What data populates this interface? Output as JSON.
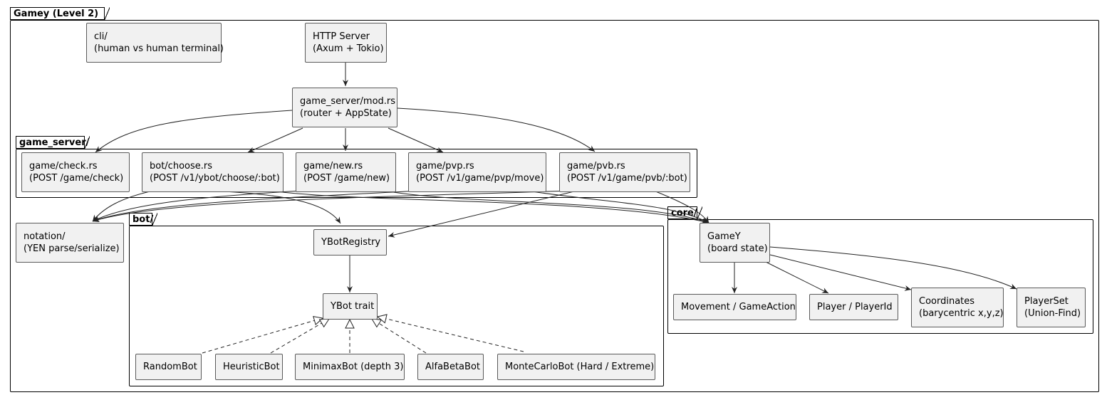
{
  "packages": {
    "gamey": "Gamey (Level 2)",
    "game_server": "game_server/",
    "bot": "bot/",
    "core": "core/"
  },
  "nodes": {
    "cli": [
      "cli/",
      "(human vs human terminal)"
    ],
    "http": [
      "HTTP Server",
      "(Axum + Tokio)"
    ],
    "mod": [
      "game_server/mod.rs",
      "(router + AppState)"
    ],
    "check": [
      "game/check.rs",
      "(POST /game/check)"
    ],
    "choose": [
      "bot/choose.rs",
      "(POST /v1/ybot/choose/:bot)"
    ],
    "newrs": [
      "game/new.rs",
      "(POST /game/new)"
    ],
    "pvp": [
      "game/pvp.rs",
      "(POST /v1/game/pvp/move)"
    ],
    "pvb": [
      "game/pvb.rs",
      "(POST /v1/game/pvb/:bot)"
    ],
    "notation": [
      "notation/",
      "(YEN parse/serialize)"
    ],
    "registry": [
      "YBotRegistry"
    ],
    "trait": [
      "YBot trait"
    ],
    "random": [
      "RandomBot"
    ],
    "heuristic": [
      "HeuristicBot"
    ],
    "minimax": [
      "MinimaxBot (depth 3)"
    ],
    "alfabeta": [
      "AlfaBetaBot"
    ],
    "montecarlo": [
      "MonteCarloBot (Hard / Extreme)"
    ],
    "gamey": [
      "GameY",
      "(board state)"
    ],
    "movement": [
      "Movement / GameAction"
    ],
    "player": [
      "Player / PlayerId"
    ],
    "coords": [
      "Coordinates",
      "(barycentric x,y,z)"
    ],
    "playerset": [
      "PlayerSet",
      "(Union-Find)"
    ]
  },
  "colors": {
    "node_fill": "#f1f1f1",
    "node_border": "#5a5a5a",
    "line": "#222222"
  }
}
